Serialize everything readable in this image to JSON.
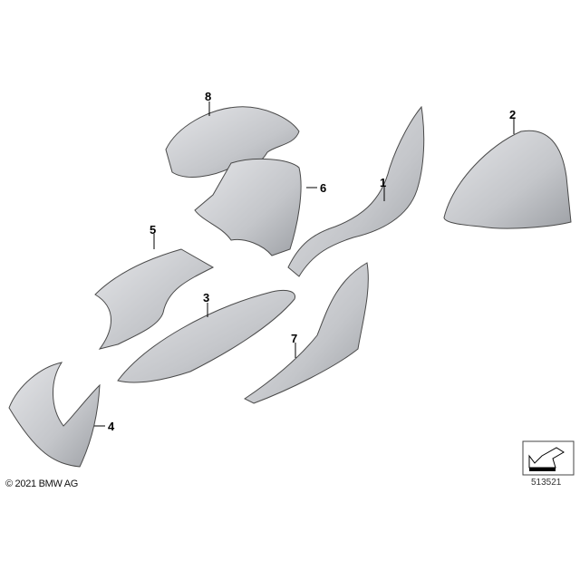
{
  "diagram": {
    "callouts": [
      "1",
      "2",
      "3",
      "4",
      "5",
      "6",
      "7",
      "8"
    ],
    "copyright": "© 2021 BMW AG",
    "diagram_number": "513521",
    "colors": {
      "part_light": "#e2e3e6",
      "part_dark": "#9ea1a6",
      "outline": "#4a4a4a"
    }
  }
}
